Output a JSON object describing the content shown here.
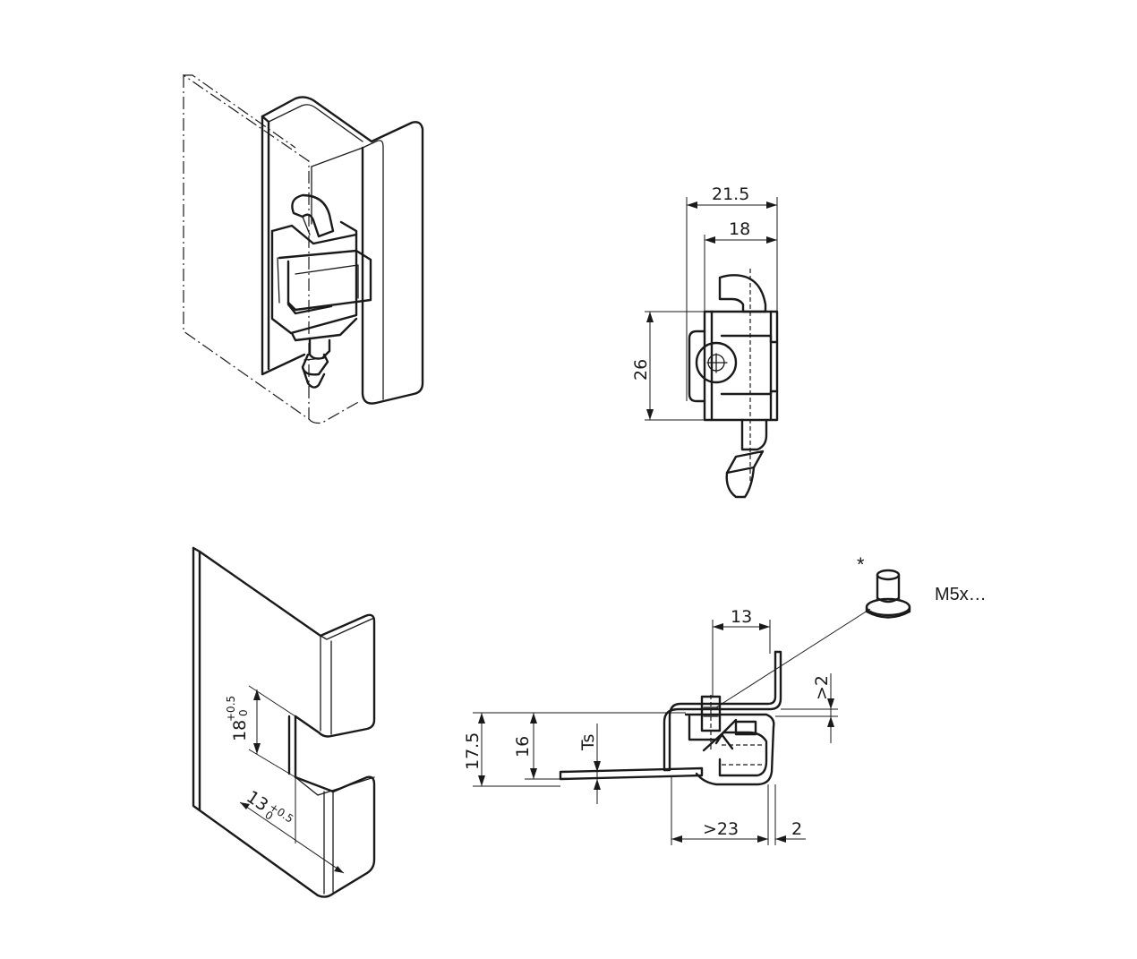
{
  "dimensions": {
    "width_total": "21.5",
    "width_body": "18",
    "height_body": "26",
    "cutout_height": "18",
    "cutout_height_tol_upper": "+0.5",
    "cutout_height_tol_lower": "0",
    "cutout_depth": "13",
    "cutout_depth_tol_upper": "+0.5",
    "cutout_depth_tol_lower": "0",
    "section_width": "13",
    "section_height_total": "17.5",
    "section_height": "16",
    "sheet_thickness": "Ts",
    "gap": ">2",
    "min_length": ">23",
    "wall": "2"
  },
  "callouts": {
    "screw_marker": "*",
    "screw_label": "M5x…"
  }
}
